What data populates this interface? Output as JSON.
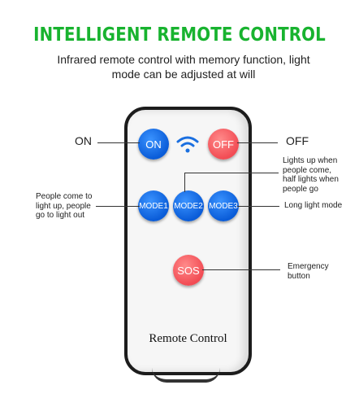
{
  "title": "INTELLIGENT REMOTE CONTROL",
  "subtitle_line1": "Infrared remote control with memory function, light",
  "subtitle_line2": "mode can be adjusted at will",
  "buttons": {
    "on": "ON",
    "off": "OFF",
    "mode1": "MODE1",
    "mode2": "MODE2",
    "mode3": "MODE3",
    "sos": "SOS"
  },
  "remote_label": "Remote Control",
  "callouts": {
    "on": "ON",
    "off": "OFF",
    "mode2_line1": "Lights up when",
    "mode2_line2": "people come,",
    "mode2_line3": "half lights when",
    "mode2_line4": "people go",
    "mode1_line1": "People come to",
    "mode1_line2": "light up, people",
    "mode1_line3": "go to light out",
    "mode3": "Long light mode",
    "sos_line1": "Emergency",
    "sos_line2": "button"
  },
  "colors": {
    "title_green": "#18b32f",
    "button_blue": "#0a5cd8",
    "button_red": "#f24c54"
  },
  "icons": {
    "signal": "wifi-icon"
  }
}
